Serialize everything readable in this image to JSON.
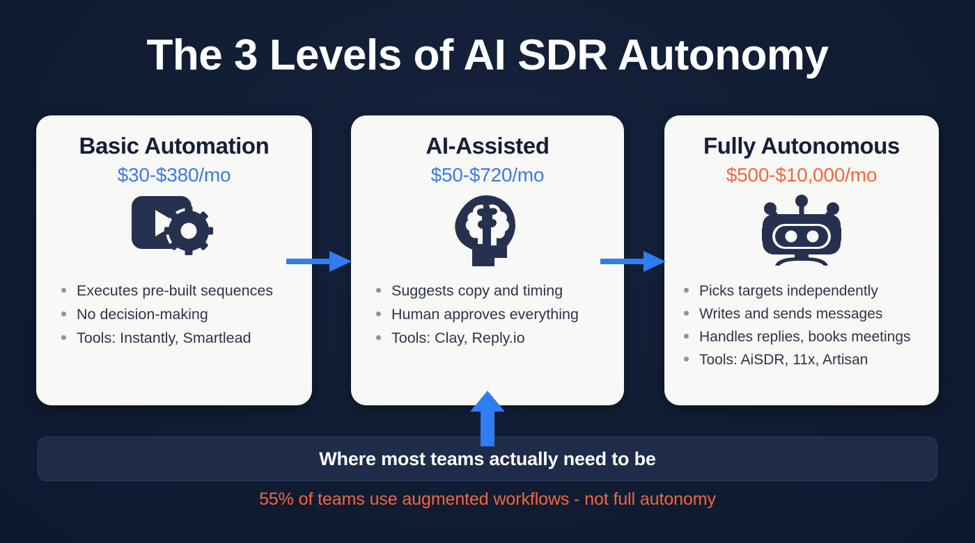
{
  "title": "The 3 Levels of AI SDR Autonomy",
  "colors": {
    "background": "#111c33",
    "card_background": "#f8f8f6",
    "accent_blue": "#3b7ce0",
    "accent_orange": "#f4663c",
    "navy_ink": "#161f38",
    "banner_background": "#1e2c4a",
    "bullet_dot": "#8b93a7"
  },
  "levels": [
    {
      "title": "Basic Automation",
      "price": "$30-$380/mo",
      "price_color": "#3b7ce0",
      "icon": "play-gear-icon",
      "bullets": [
        "Executes pre-built sequences",
        "No decision-making",
        "Tools: Instantly, Smartlead"
      ]
    },
    {
      "title": "AI-Assisted",
      "price": "$50-$720/mo",
      "price_color": "#3b7ce0",
      "icon": "brain-head-icon",
      "bullets": [
        "Suggests copy and timing",
        "Human approves everything",
        "Tools: Clay, Reply.io"
      ]
    },
    {
      "title": "Fully Autonomous",
      "price": "$500-$10,000/mo",
      "price_color": "#f4663c",
      "icon": "robot-icon",
      "bullets": [
        "Picks targets independently",
        "Writes and sends messages",
        "Handles replies, books meetings",
        "Tools: AiSDR, 11x, Artisan"
      ]
    }
  ],
  "connectors": [
    {
      "icon": "arrow-right-icon",
      "from": "Basic Automation",
      "to": "AI-Assisted"
    },
    {
      "icon": "arrow-right-icon",
      "from": "AI-Assisted",
      "to": "Fully Autonomous"
    },
    {
      "icon": "arrow-up-icon",
      "from": "Where most teams actually need to be",
      "to": "AI-Assisted"
    }
  ],
  "banner": {
    "text": "Where most teams actually need to be"
  },
  "footnote": "55% of teams use augmented workflows - not full autonomy"
}
